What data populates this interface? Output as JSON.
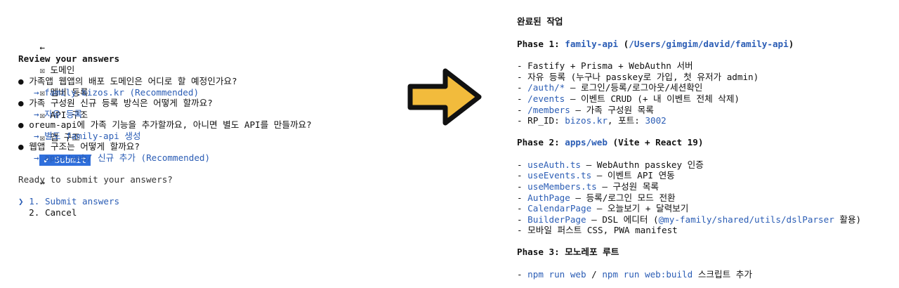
{
  "left": {
    "tabs": {
      "back": "←",
      "items": [
        {
          "icon": "☒",
          "label": "도메인"
        },
        {
          "icon": "☒",
          "label": "멤버 등록"
        },
        {
          "icon": "☒",
          "label": "API 구조"
        },
        {
          "icon": "☒",
          "label": "앱 구조"
        },
        {
          "icon": "✔",
          "label": "Submit"
        }
      ],
      "forward": "→"
    },
    "review_title": "Review your answers",
    "qa": [
      {
        "question": "가족앱 웹앱의 배포 도메인은 어디로 할 예정인가요?",
        "answer": "→ family.bizos.kr (Recommended)"
      },
      {
        "question": "가족 구성원 신규 등록 방식은 어떻게 할까요?",
        "answer": "→ 자유 등록"
      },
      {
        "question": "oreum-api에 가족 기능을 추가할까요, 아니면 별도 API를 만들까요?",
        "answer": "→ 별도 family-api 생성"
      },
      {
        "question": "웹앱 구조는 어떻게 할까요?",
        "answer": "→ apps/web/ 신규 추가 (Recommended)"
      }
    ],
    "bullet": "●",
    "ready_prompt": "Ready to submit your answers?",
    "cursor": "❯",
    "options": [
      {
        "num": "1.",
        "label": "Submit answers"
      },
      {
        "num": "2.",
        "label": "Cancel"
      }
    ]
  },
  "arrow": {
    "icon": "right-arrow-icon",
    "fill": "#f2bb3c",
    "stroke": "#111111"
  },
  "right": {
    "title": "완료된 작업",
    "phase1": {
      "heading_prefix": "Phase 1: ",
      "name": "family-api",
      "open": " (",
      "path": "/Users/gimgim/david/family-api",
      "close": ")",
      "items": [
        {
          "dash": "- ",
          "link": "",
          "text": "Fastify + Prisma + WebAuthn 서버"
        },
        {
          "dash": "- ",
          "link": "",
          "text": "자유 등록 (누구나 passkey로 가입, 첫 유저가 admin)"
        },
        {
          "dash": "- ",
          "link": "/auth/*",
          "text": " — 로그인/등록/로그아웃/세션확인"
        },
        {
          "dash": "- ",
          "link": "/events",
          "text": " — 이벤트 CRUD (+ 내 이벤트 전체 삭제)"
        },
        {
          "dash": "- ",
          "link": "/members",
          "text": " — 가족 구성원 목록"
        }
      ],
      "rp_line": {
        "prefix": "- RP_ID: ",
        "domain": "bizos.kr",
        "mid": ", 포트: ",
        "port": "3002"
      }
    },
    "phase2": {
      "heading_prefix": "Phase 2: ",
      "name": "apps/web",
      "suffix": " (Vite + React 19)",
      "items": [
        {
          "dash": "- ",
          "link": "useAuth.ts",
          "text": " — WebAuthn passkey 인증"
        },
        {
          "dash": "- ",
          "link": "useEvents.ts",
          "text": " — 이벤트 API 연동"
        },
        {
          "dash": "- ",
          "link": "useMembers.ts",
          "text": " — 구성원 목록"
        },
        {
          "dash": "- ",
          "link": "AuthPage",
          "text": " — 등록/로그인 모드 전환"
        },
        {
          "dash": "- ",
          "link": "CalendarPage",
          "text": " — 오늘보기 + 달력보기"
        }
      ],
      "builder_line": {
        "dash": "- ",
        "link": "BuilderPage",
        "mid": " — DSL 에디터 (",
        "pkg": "@my-family/shared/utils/dslParser",
        "end": " 활용)"
      },
      "pwa_line": "- 모바일 퍼스트 CSS, PWA manifest"
    },
    "phase3": {
      "heading": "Phase 3: 모노레포 루트",
      "line": {
        "dash": "- ",
        "cmd1": "npm run web",
        "sep": " / ",
        "cmd2": "npm run web:build",
        "end": " 스크립트 추가"
      }
    }
  }
}
